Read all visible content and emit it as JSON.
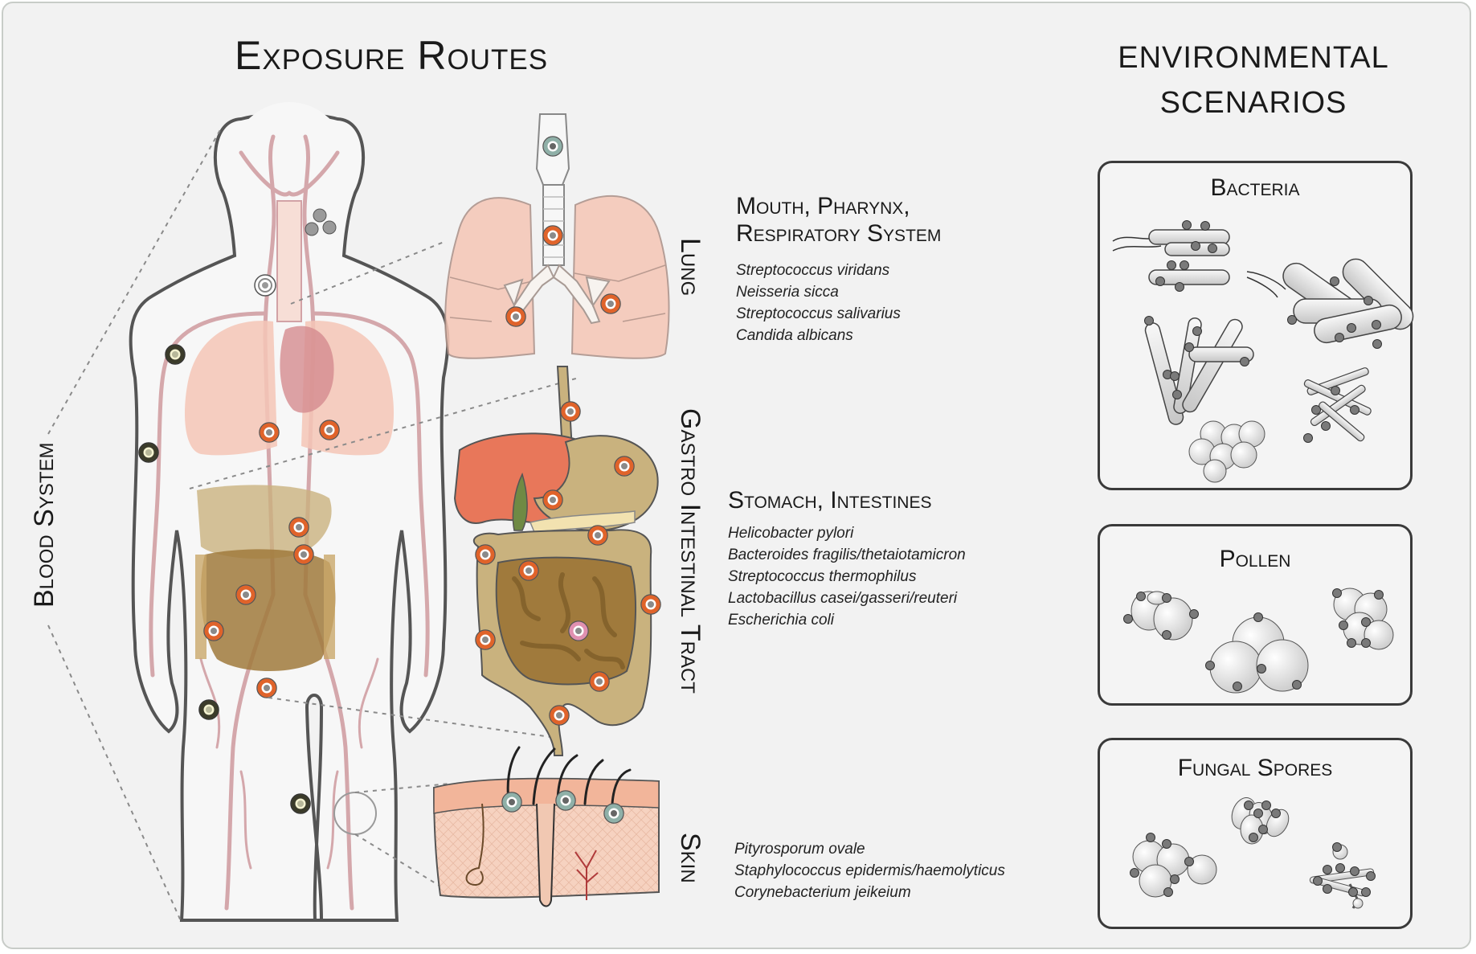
{
  "headings": {
    "exposure_routes": "Exposure Routes",
    "environmental_scenarios_line1": "ENVIRONMENTAL",
    "environmental_scenarios_line2": "SCENARIOS",
    "blood_system": "Blood System",
    "lung": "Lung",
    "gastro_intestinal_tract": "Gastro Intestinal Tract",
    "skin": "Skin"
  },
  "routes": {
    "respiratory": {
      "title_line1": "Mouth, Pharynx,",
      "title_line2": "Respiratory System",
      "organisms": [
        "Streptococcus viridans",
        "Neisseria sicca",
        "Streptococcus salivarius",
        "Candida albicans"
      ]
    },
    "gastro": {
      "title": "Stomach, Intestines",
      "organisms": [
        "Helicobacter pylori",
        "Bacteroides fragilis/thetaiotamicron",
        "Streptococcus thermophilus",
        "Lactobacillus casei/gasseri/reuteri",
        "Escherichia coli"
      ]
    },
    "skin": {
      "organisms": [
        "Pityrosporum ovale",
        "Staphylococcus epidermis/haemolyticus",
        "Corynebacterium jeikeium"
      ]
    }
  },
  "scenarios": [
    {
      "title": "Bacteria"
    },
    {
      "title": "Pollen"
    },
    {
      "title": "Fungal Spores"
    }
  ],
  "colors": {
    "background": "#f2f2f2",
    "body_outline": "#555555",
    "blood_vessels": "#c98d92",
    "lung_fill": "#f5c6b6",
    "liver": "#e8775a",
    "intestine": "#a07a3c",
    "intestine_light": "#c9a86a",
    "skin_fill": "#f6d2c0",
    "marker_orange": "#e0632a",
    "marker_dark": "#3b3b2a",
    "marker_teal": "#8fb0a8",
    "particle": "#e4e4e4"
  }
}
